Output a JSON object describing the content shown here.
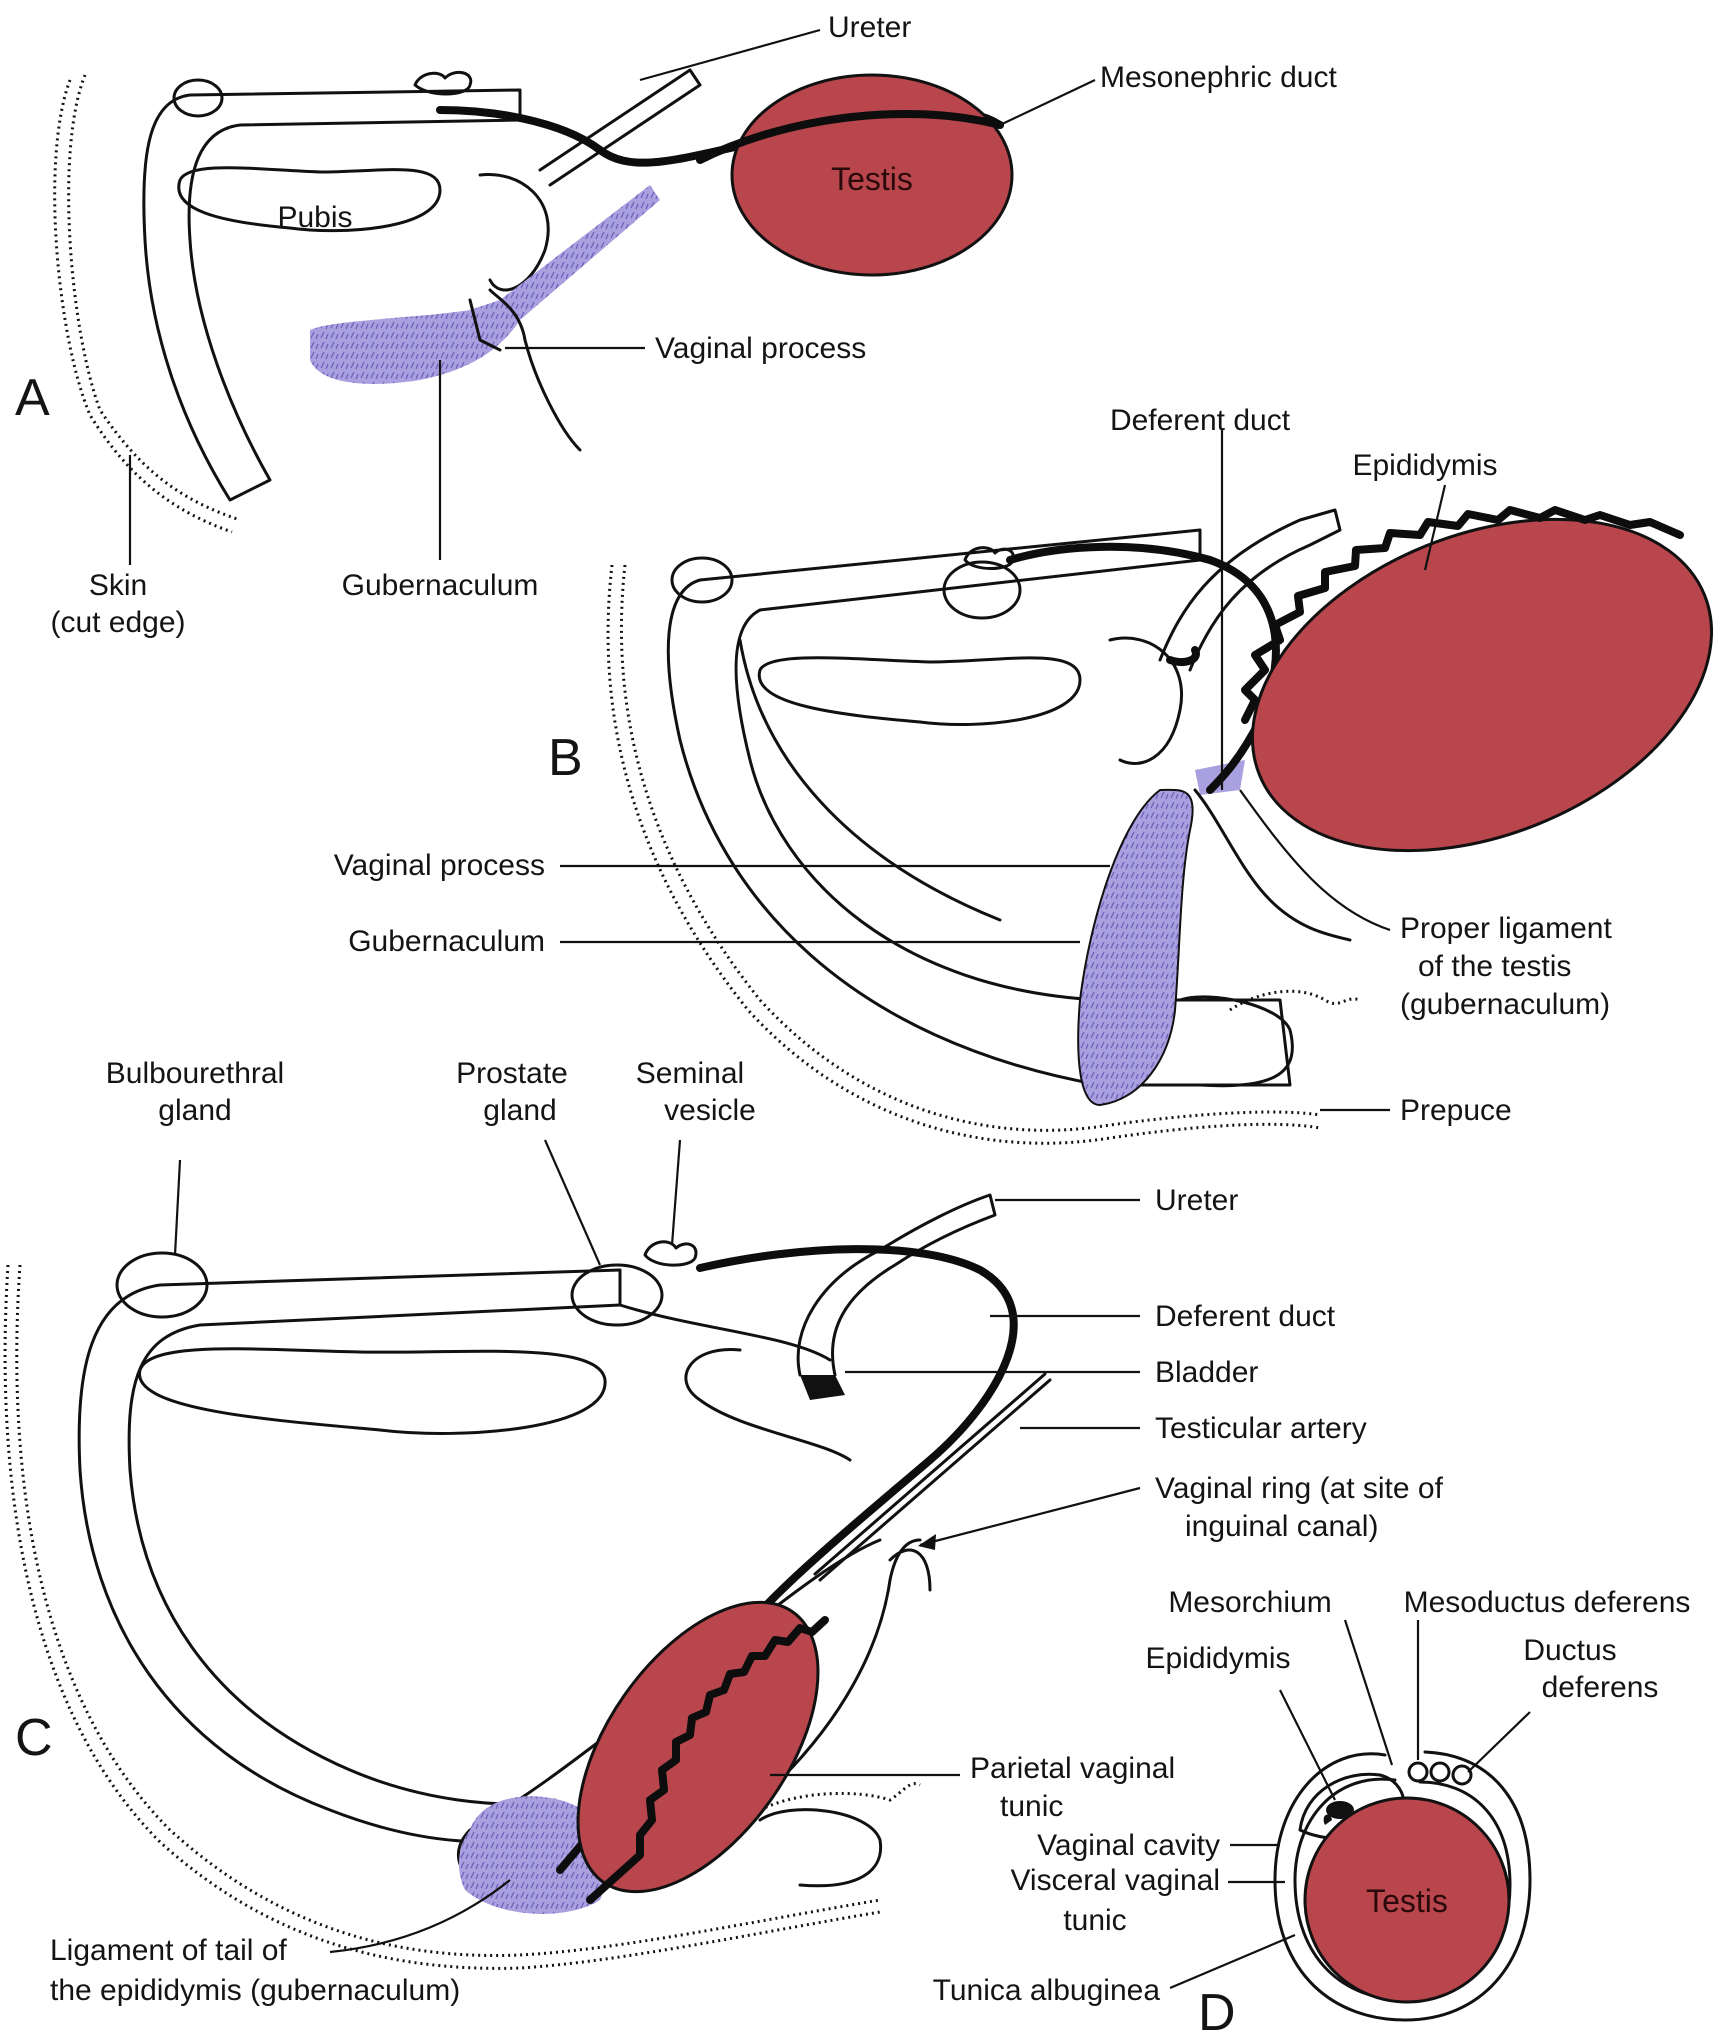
{
  "colors": {
    "testis": "#b8464c",
    "gubernaculum": "#a9a0e0",
    "outline": "#111111",
    "background": "#ffffff"
  },
  "panels": {
    "a": "A",
    "b": "B",
    "c": "C",
    "d": "D"
  },
  "panel_a": {
    "ureter": "Ureter",
    "mesonephric_duct": "Mesonephric duct",
    "testis": "Testis",
    "pubis": "Pubis",
    "vaginal_process": "Vaginal process",
    "skin_line1": "Skin",
    "skin_line2": "(cut edge)",
    "gubernaculum": "Gubernaculum"
  },
  "panel_b": {
    "deferent_duct": "Deferent duct",
    "epididymis": "Epididymis",
    "vaginal_process": "Vaginal process",
    "gubernaculum": "Gubernaculum",
    "proper_ligament_line1": "Proper ligament",
    "proper_ligament_line2": "of the testis",
    "proper_ligament_line3": "(gubernaculum)",
    "prepuce": "Prepuce"
  },
  "panel_c": {
    "bulbourethral_line1": "Bulbourethral",
    "bulbourethral_line2": "gland",
    "prostate_line1": "Prostate",
    "prostate_line2": "gland",
    "seminal_line1": "Seminal",
    "seminal_line2": "vesicle",
    "ureter": "Ureter",
    "deferent_duct": "Deferent duct",
    "bladder": "Bladder",
    "testicular_artery": "Testicular artery",
    "vaginal_ring_line1": "Vaginal ring (at site of",
    "vaginal_ring_line2": "inguinal canal)",
    "parietal_line1": "Parietal vaginal",
    "parietal_line2": "tunic",
    "vaginal_cavity": "Vaginal cavity",
    "visceral_line1": "Visceral vaginal",
    "visceral_line2": "tunic",
    "ligament_tail_line1": "Ligament of tail of",
    "ligament_tail_line2": "the epididymis (gubernaculum)"
  },
  "panel_d": {
    "mesorchium": "Mesorchium",
    "mesoductus": "Mesoductus deferens",
    "epididymis": "Epididymis",
    "ductus_line1": "Ductus",
    "ductus_line2": "deferens",
    "testis": "Testis",
    "tunica_albuginea": "Tunica albuginea"
  }
}
